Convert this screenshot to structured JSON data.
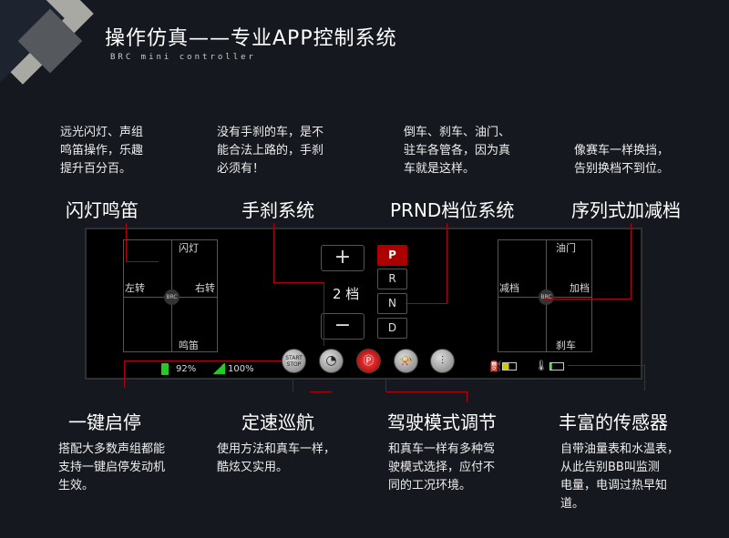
{
  "header": {
    "title": "操作仿真——专业APP控制系统",
    "subtitle": "BRC mini controller"
  },
  "top_features": [
    {
      "desc": [
        "远光闪灯、声组",
        "鸣笛操作，乐趣",
        "提升百分百。"
      ],
      "title": "闪灯鸣笛"
    },
    {
      "desc": [
        "没有手刹的车，是不",
        "能合法上路的，手刹",
        "必须有！"
      ],
      "title": "手刹系统"
    },
    {
      "desc": [
        "倒车、刹车、油门、",
        "驻车各管各，因为真",
        "车就是这样。"
      ],
      "title": "PRND档位系统"
    },
    {
      "desc": [
        "像赛车一样换挡，",
        "告别换档不到位。"
      ],
      "title": "序列式加减档"
    }
  ],
  "bottom_features": [
    {
      "title": "一键启停",
      "desc": [
        "搭配大多数声组都能",
        "支持一键启停发动机",
        "生效。"
      ]
    },
    {
      "title": "定速巡航",
      "desc": [
        "使用方法和真车一样，",
        "酷炫又实用。"
      ]
    },
    {
      "title": "驾驶模式调节",
      "desc": [
        "和真车一样有多种驾",
        "驶模式选择，应付不",
        "同的工况环境。"
      ]
    },
    {
      "title": "丰富的传感器",
      "desc": [
        "自带油量表和水温表，",
        "从此告别BB叫监测",
        "电量，电调过热早知",
        "道。"
      ]
    }
  ],
  "panel": {
    "left_pad": {
      "up": "闪灯",
      "left": "左转",
      "right": "右转",
      "down": "鸣笛",
      "center": "BRC"
    },
    "right_pad": {
      "up": "油门",
      "left": "减档",
      "right": "加档",
      "down": "刹车",
      "center": "BRC"
    },
    "plus": "+",
    "minus": "−",
    "gear_display": "2 档",
    "gears": [
      "P",
      "R",
      "N",
      "D"
    ],
    "active_gear": "P",
    "battery": "92%",
    "signal": "100%",
    "start_stop": "START STOP",
    "accent": "#a00000"
  }
}
